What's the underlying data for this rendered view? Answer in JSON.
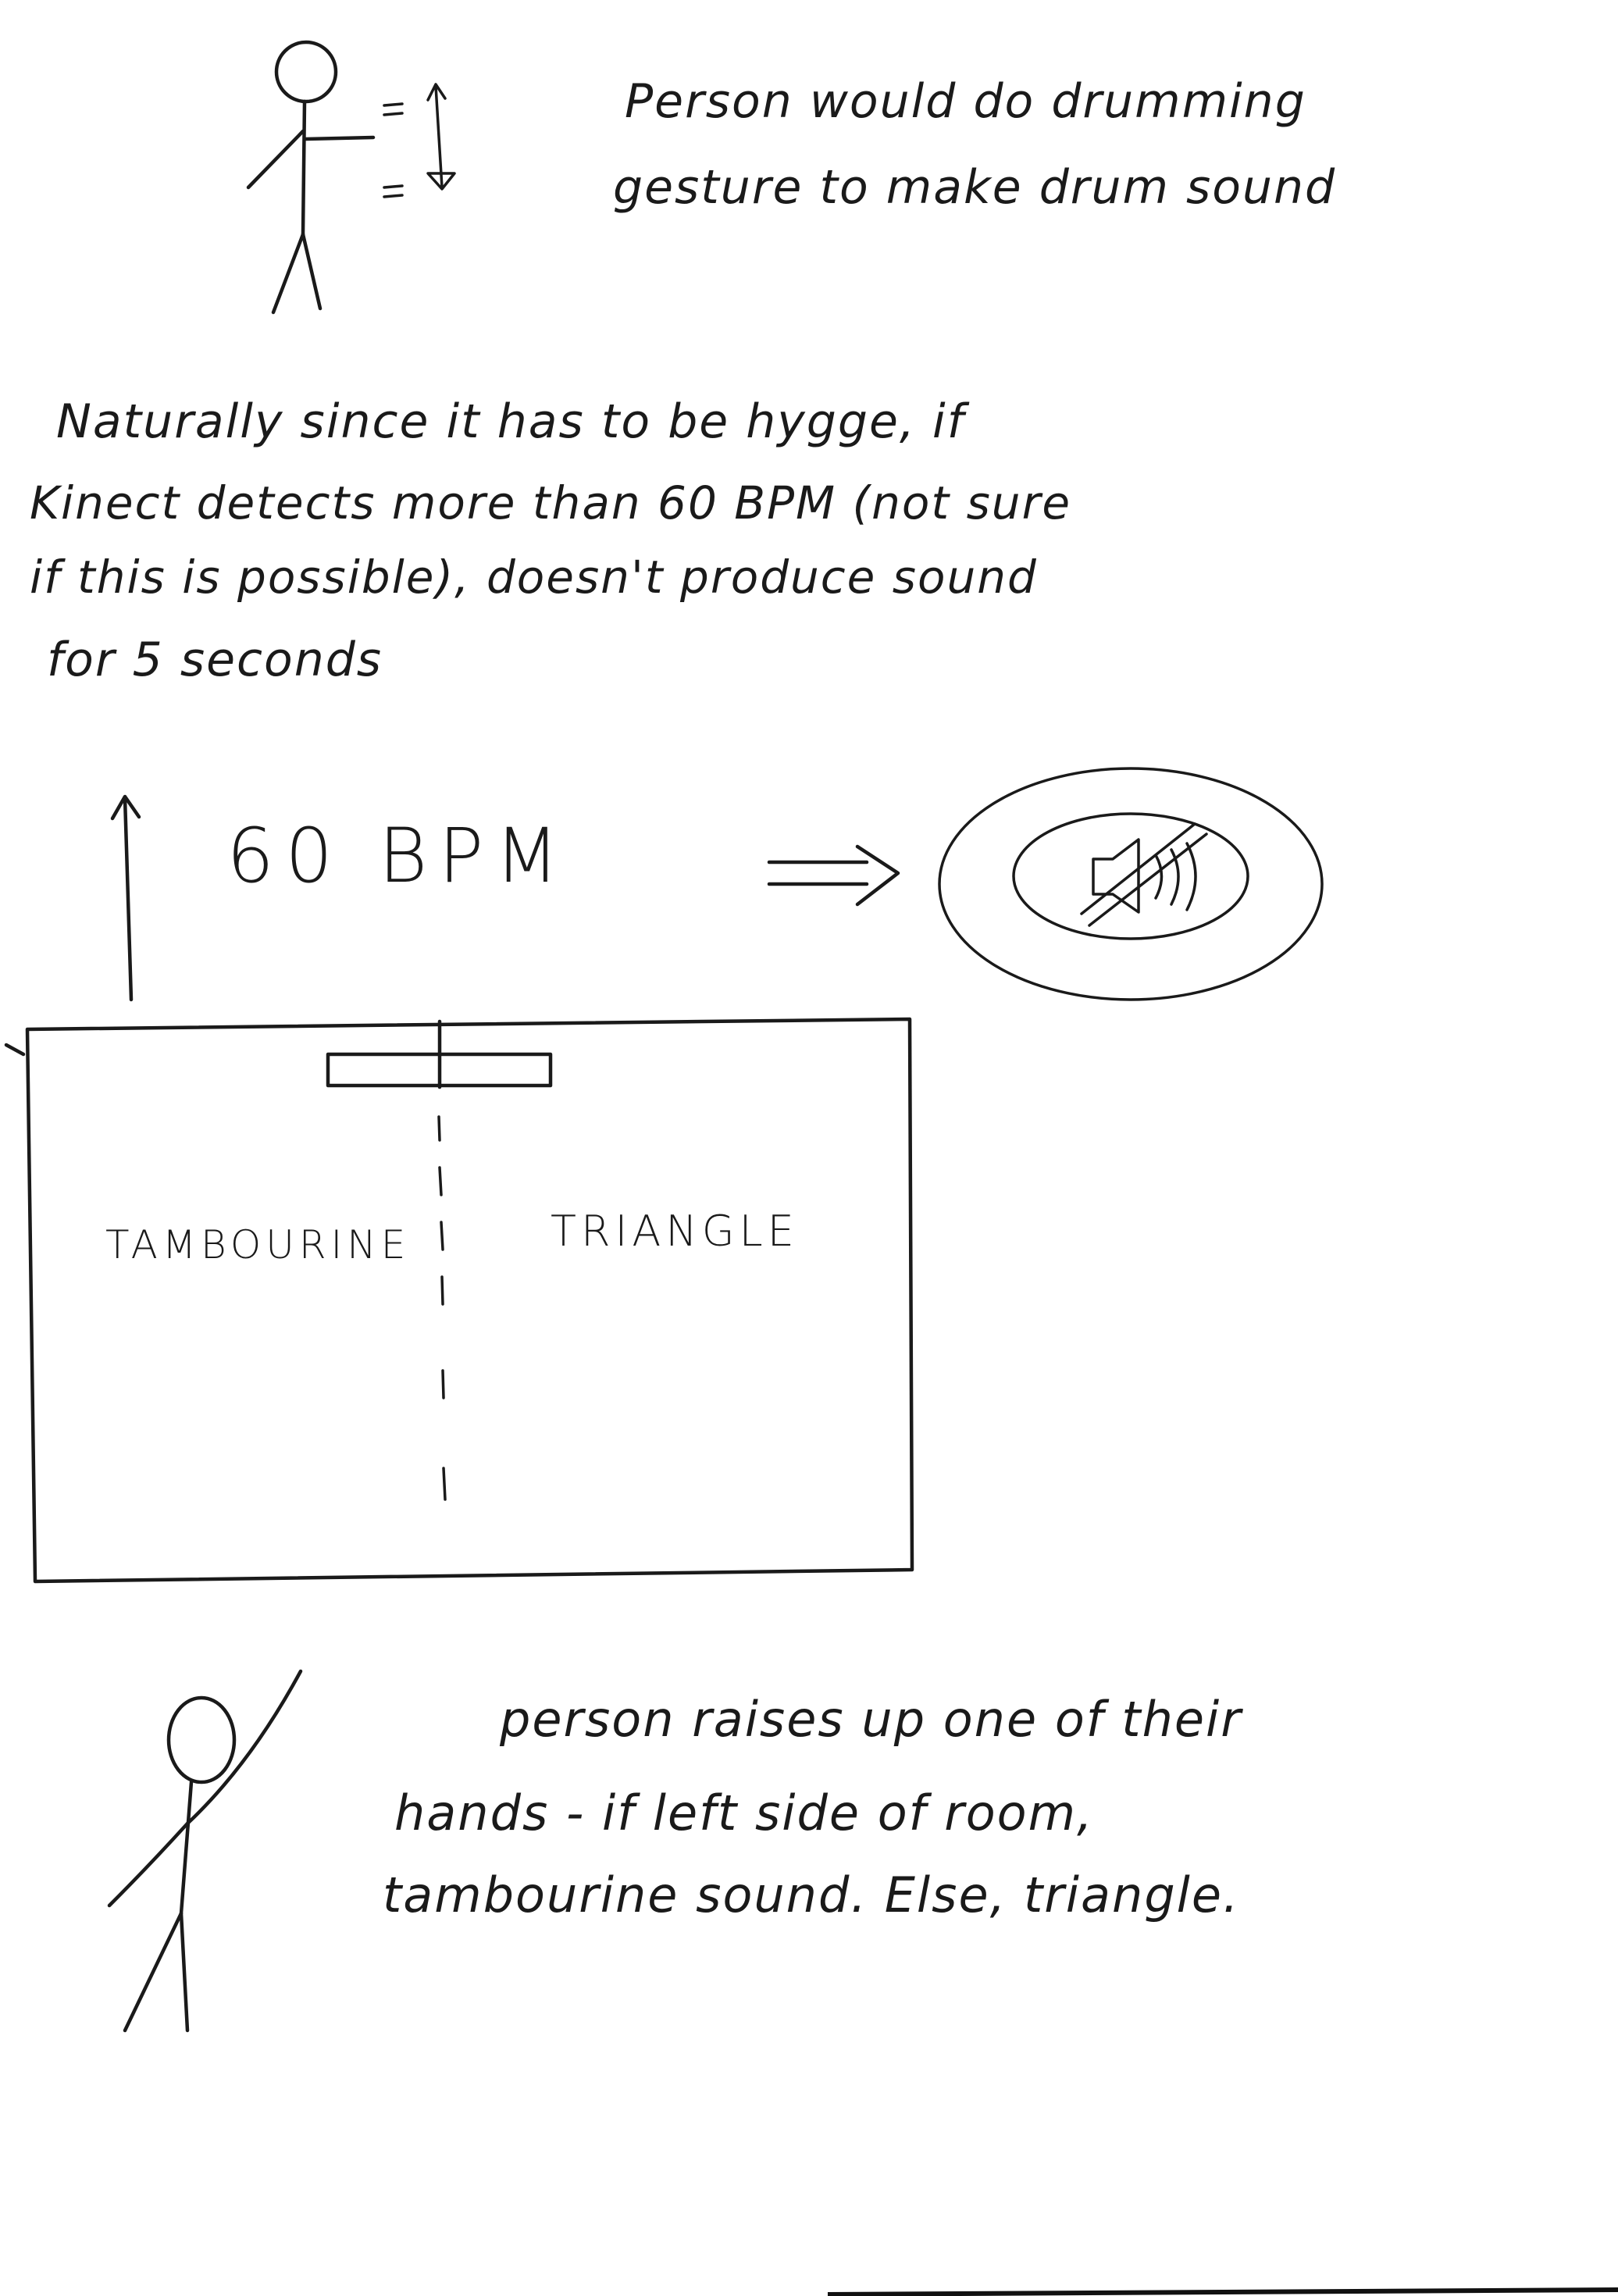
{
  "note_top": {
    "line1": "Person would do drumming",
    "line2": "gesture to make drum sound"
  },
  "note_middle": {
    "line1": "Naturally since it has to be hygge, if",
    "line2": "Kinect detects more than 60 BPM (not sure",
    "line3": "if this is possible), doesn't produce sound",
    "line4": "for 5 seconds"
  },
  "bpm_rule": {
    "label": "60 BPM",
    "result_icon": "muted-speaker-icon"
  },
  "room": {
    "left_zone": "TAMBOURINE",
    "right_zone": "TRIANGLE"
  },
  "note_bottom": {
    "line1": "person raises up one of their",
    "line2": "hands - if left side of room,",
    "line3": "tambourine sound. Else, triangle."
  },
  "icons": [
    "stick-figure-icon",
    "drum-gesture-arrow-icon",
    "up-arrow-icon",
    "implies-arrow-icon",
    "muted-speaker-icon",
    "raised-hand-figure-icon"
  ]
}
